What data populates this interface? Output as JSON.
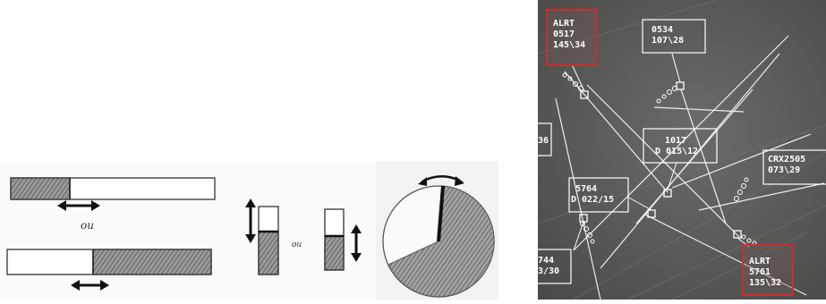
{
  "sketches": {
    "or_word_1": "ou",
    "or_word_2": "ou"
  },
  "radar": {
    "blocks": [
      {
        "id": "b1",
        "line1": "ALRT",
        "line2": "0517",
        "line3": "145\\34",
        "alert": true
      },
      {
        "id": "b2",
        "line1": "0534",
        "line2": "107\\28",
        "alert": false
      },
      {
        "id": "b3",
        "line1": "36",
        "alert": false
      },
      {
        "id": "b4",
        "line1": "1017",
        "line2": "D 015\\12",
        "alert": false
      },
      {
        "id": "b5",
        "line1": "CRX2505",
        "line2": "073\\29",
        "alert": false
      },
      {
        "id": "b6",
        "line1": "5764",
        "line2": "D 022/15",
        "alert": false
      },
      {
        "id": "b7",
        "line1": "744",
        "line2": "3/30",
        "alert": false
      },
      {
        "id": "b8",
        "line1": "ALRT",
        "line2": "5761",
        "line3": "135\\32",
        "alert": true
      }
    ],
    "colors": {
      "background": "#5b5b59",
      "alert": "#d42a2a",
      "text": "#ffffff"
    }
  }
}
